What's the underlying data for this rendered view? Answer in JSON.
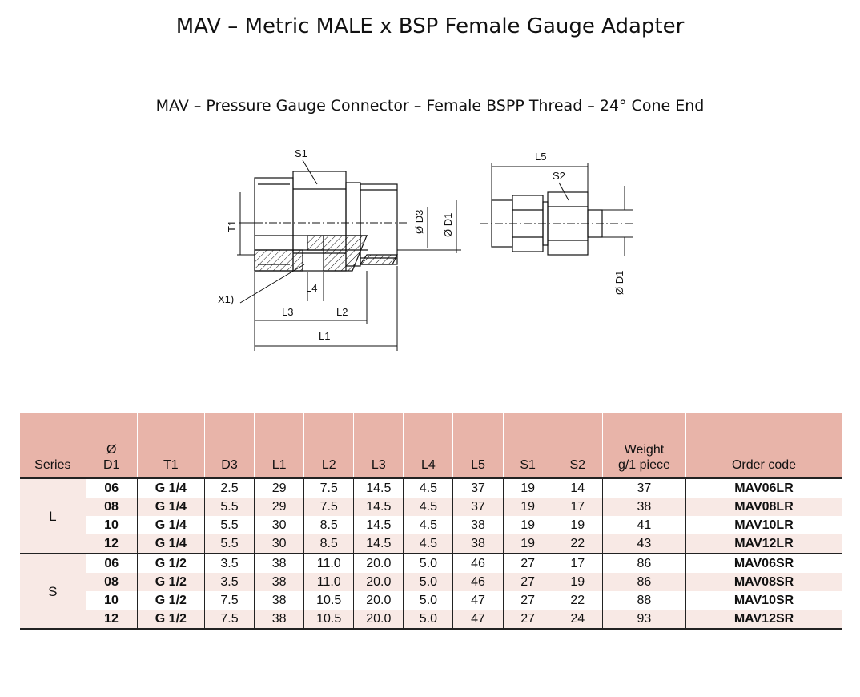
{
  "title": "MAV – Metric MALE x BSP Female Gauge Adapter",
  "subtitle": "MAV – Pressure Gauge Connector – Female BSPP Thread – 24° Cone End",
  "drawing_labels": {
    "s1": "S1",
    "t1": "T1",
    "d3": "Ø D3",
    "d1": "Ø D1",
    "l4": "L4",
    "x1": "X1)",
    "l3": "L3",
    "l2": "L2",
    "l1": "L1",
    "l5": "L5",
    "s2": "S2",
    "d1_right": "Ø D1"
  },
  "table": {
    "headers": [
      {
        "top": "",
        "bottom": "Series"
      },
      {
        "top": "Ø",
        "bottom": "D1"
      },
      {
        "top": "",
        "bottom": "T1"
      },
      {
        "top": "",
        "bottom": "D3"
      },
      {
        "top": "",
        "bottom": "L1"
      },
      {
        "top": "",
        "bottom": "L2"
      },
      {
        "top": "",
        "bottom": "L3"
      },
      {
        "top": "",
        "bottom": "L4"
      },
      {
        "top": "",
        "bottom": "L5"
      },
      {
        "top": "",
        "bottom": "S1"
      },
      {
        "top": "",
        "bottom": "S2"
      },
      {
        "top": "Weight",
        "bottom": "g/1 piece"
      },
      {
        "top": "",
        "bottom": "Order code"
      }
    ],
    "groups": [
      {
        "series": "L",
        "rows": [
          [
            "06",
            "G 1/4",
            "2.5",
            "29",
            "7.5",
            "14.5",
            "4.5",
            "37",
            "19",
            "14",
            "37",
            "MAV06LR"
          ],
          [
            "08",
            "G 1/4",
            "5.5",
            "29",
            "7.5",
            "14.5",
            "4.5",
            "37",
            "19",
            "17",
            "38",
            "MAV08LR"
          ],
          [
            "10",
            "G 1/4",
            "5.5",
            "30",
            "8.5",
            "14.5",
            "4.5",
            "38",
            "19",
            "19",
            "41",
            "MAV10LR"
          ],
          [
            "12",
            "G 1/4",
            "5.5",
            "30",
            "8.5",
            "14.5",
            "4.5",
            "38",
            "19",
            "22",
            "43",
            "MAV12LR"
          ]
        ]
      },
      {
        "series": "S",
        "rows": [
          [
            "06",
            "G 1/2",
            "3.5",
            "38",
            "11.0",
            "20.0",
            "5.0",
            "46",
            "27",
            "17",
            "86",
            "MAV06SR"
          ],
          [
            "08",
            "G 1/2",
            "3.5",
            "38",
            "11.0",
            "20.0",
            "5.0",
            "46",
            "27",
            "19",
            "86",
            "MAV08SR"
          ],
          [
            "10",
            "G 1/2",
            "7.5",
            "38",
            "10.5",
            "20.0",
            "5.0",
            "47",
            "27",
            "22",
            "88",
            "MAV10SR"
          ],
          [
            "12",
            "G 1/2",
            "7.5",
            "38",
            "10.5",
            "20.0",
            "5.0",
            "47",
            "27",
            "24",
            "93",
            "MAV12SR"
          ]
        ]
      }
    ]
  }
}
